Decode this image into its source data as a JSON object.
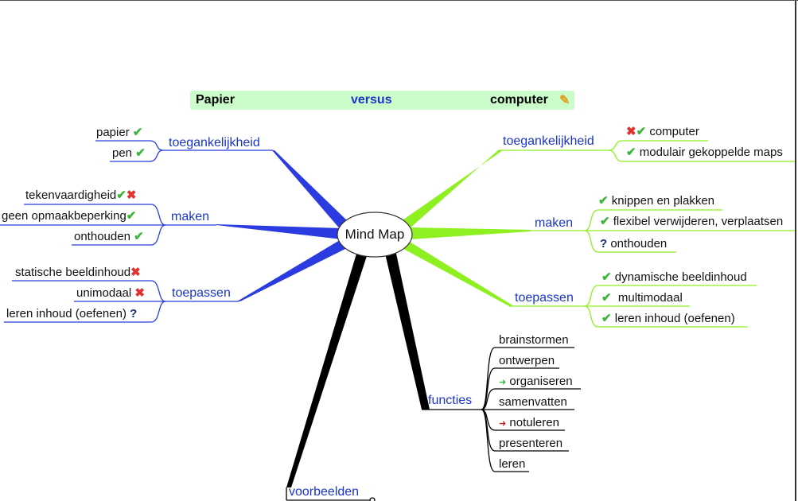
{
  "banner": {
    "left": "Papier",
    "middle": "versus",
    "right": "computer",
    "icon": "notepad-pencil-icon"
  },
  "center": "Mind Map",
  "left": {
    "toegankelijkheid": {
      "label": "toegankelijkheid",
      "items": [
        "papier",
        "pen"
      ]
    },
    "maken": {
      "label": "maken",
      "items": [
        "tekenvaardigheid",
        "geen opmaakbeperking",
        "onthouden"
      ]
    },
    "toepassen": {
      "label": "toepassen",
      "items": [
        "statische beeldinhoud",
        "unimodaal",
        "leren inhoud (oefenen)"
      ]
    }
  },
  "right": {
    "toegankelijkheid": {
      "label": "toegankelijkheid",
      "items": [
        "computer",
        "modulair gekoppelde maps"
      ]
    },
    "maken": {
      "label": "maken",
      "items": [
        "knippen en plakken",
        "flexibel verwijderen, verplaatsen",
        "onthouden"
      ]
    },
    "toepassen": {
      "label": "toepassen",
      "items": [
        "dynamische beeldinhoud",
        "multimodaal",
        "leren inhoud (oefenen)"
      ]
    }
  },
  "functies": {
    "label": "functies",
    "items": [
      "brainstormen",
      "ontwerpen",
      "organiseren",
      "samenvatten",
      "notuleren",
      "presenteren",
      "leren"
    ]
  },
  "voorbeelden": "voorbeelden",
  "symbols": {
    "check": "✔",
    "cross": "✖",
    "question": "?",
    "arrow": "➜"
  },
  "colors": {
    "left": "#2a3be0",
    "right": "#8ef020",
    "bottom": "#000000",
    "banner": "#cbfdcb",
    "label": "#1a35c8"
  }
}
